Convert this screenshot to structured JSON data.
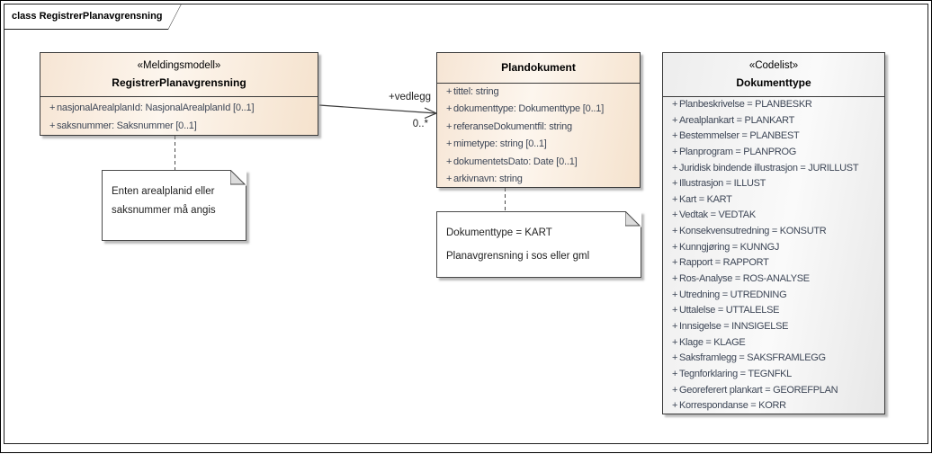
{
  "frame": {
    "title": "class RegistrerPlanavgrensning"
  },
  "connector": {
    "label": "+vedlegg",
    "multiplicity": "0..*"
  },
  "classes": {
    "registrer": {
      "stereotype": "«Meldingsmodell»",
      "name": "RegistrerPlanavgrensning",
      "attributes": [
        {
          "vis": "+",
          "text": "nasjonalArealplanId: NasjonalArealplanId [0..1]"
        },
        {
          "vis": "+",
          "text": "saksnummer: Saksnummer [0..1]"
        }
      ]
    },
    "plandokument": {
      "name": "Plandokument",
      "attributes": [
        {
          "vis": "+",
          "text": "tittel: string"
        },
        {
          "vis": "+",
          "text": "dokumenttype: Dokumenttype [0..1]"
        },
        {
          "vis": "+",
          "text": "referanseDokumentfil: string"
        },
        {
          "vis": "+",
          "text": "mimetype: string [0..1]"
        },
        {
          "vis": "+",
          "text": "dokumentetsDato: Date [0..1]"
        },
        {
          "vis": "+",
          "text": "arkivnavn: string"
        }
      ]
    },
    "dokumenttype": {
      "stereotype": "«Codelist»",
      "name": "Dokumenttype",
      "attributes": [
        {
          "vis": "+",
          "text": "Planbeskrivelse = PLANBESKR"
        },
        {
          "vis": "+",
          "text": "Arealplankart = PLANKART"
        },
        {
          "vis": "+",
          "text": "Bestemmelser = PLANBEST"
        },
        {
          "vis": "+",
          "text": "Planprogram = PLANPROG"
        },
        {
          "vis": "+",
          "text": "Juridisk bindende illustrasjon = JURILLUST"
        },
        {
          "vis": "+",
          "text": "Illustrasjon = ILLUST"
        },
        {
          "vis": "+",
          "text": "Kart = KART"
        },
        {
          "vis": "+",
          "text": "Vedtak = VEDTAK"
        },
        {
          "vis": "+",
          "text": "Konsekvensutredning = KONSUTR"
        },
        {
          "vis": "+",
          "text": "Kunngjøring = KUNNGJ"
        },
        {
          "vis": "+",
          "text": "Rapport = RAPPORT"
        },
        {
          "vis": "+",
          "text": "Ros-Analyse = ROS-ANALYSE"
        },
        {
          "vis": "+",
          "text": "Utredning = UTREDNING"
        },
        {
          "vis": "+",
          "text": "Uttalelse = UTTALELSE"
        },
        {
          "vis": "+",
          "text": "Innsigelse = INNSIGELSE"
        },
        {
          "vis": "+",
          "text": "Klage = KLAGE"
        },
        {
          "vis": "+",
          "text": "Saksframlegg = SAKSFRAMLEGG"
        },
        {
          "vis": "+",
          "text": "Tegnforklaring = TEGNFKL"
        },
        {
          "vis": "+",
          "text": "Georeferert plankart = GEOREFPLAN"
        },
        {
          "vis": "+",
          "text": "Korrespondanse = KORR"
        }
      ]
    }
  },
  "notes": {
    "note1": {
      "line1": "Enten arealplanid eller",
      "line2": "saksnummer må angis"
    },
    "note2": {
      "line1": "Dokumenttype = KART",
      "line2": "Planavgrensning i sos eller gml"
    }
  },
  "colors": {
    "border": "#3a3a3a",
    "attribute_text": "#3d4656",
    "class_fill": "#f9ecdd",
    "codelist_fill": "#f2f2f2",
    "note_fold": "#dcdcdc"
  }
}
